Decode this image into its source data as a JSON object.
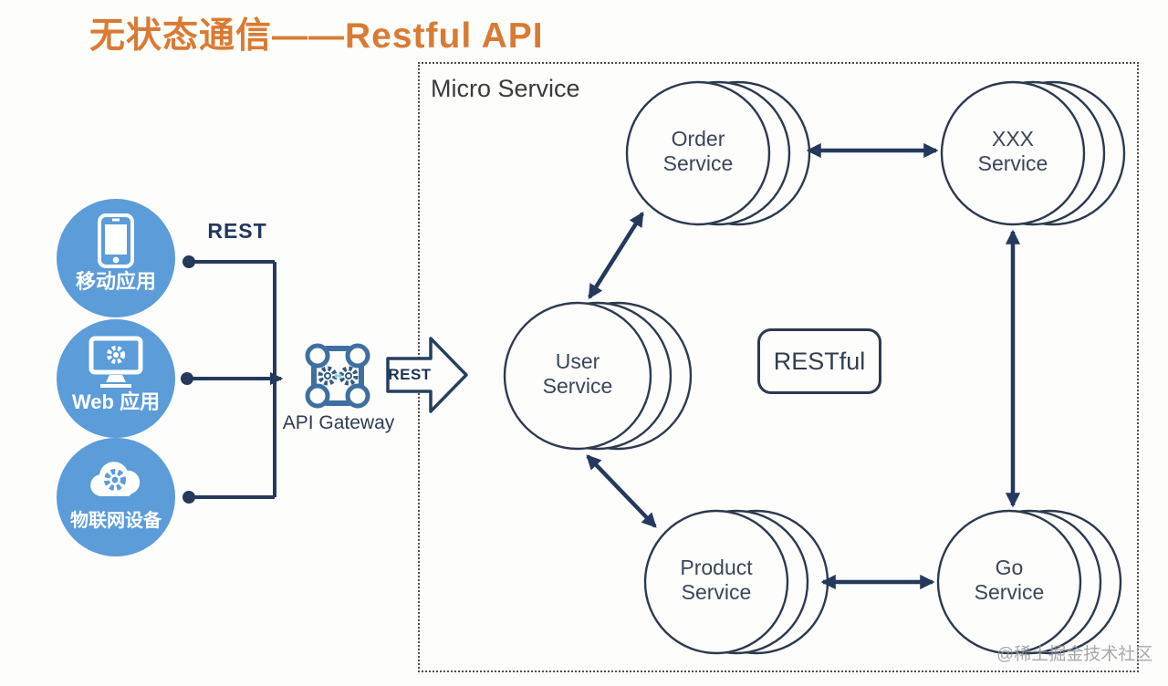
{
  "page": {
    "title": "无状态通信——Restful API",
    "watermark": "@稀土掘金技术社区"
  },
  "colors": {
    "title_orange": "#d97b33",
    "client_blue": "#5b9cd9",
    "line_navy": "#24395c",
    "circle_stroke": "#2c3a4e"
  },
  "clients": {
    "rest_label": "REST",
    "items": [
      {
        "label": "移动应用",
        "icon": "smartphone-icon"
      },
      {
        "label": "Web 应用",
        "icon": "monitor-gear-icon"
      },
      {
        "label": "物联网设备",
        "icon": "cloud-gear-icon"
      }
    ]
  },
  "gateway": {
    "label": "API Gateway",
    "icon": "api-gateway-gears-icon",
    "arrow_label": "REST"
  },
  "micro": {
    "title": "Micro Service",
    "restful_label": "RESTful",
    "services": [
      {
        "line1": "Order",
        "line2": "Service"
      },
      {
        "line1": "XXX",
        "line2": "Service"
      },
      {
        "line1": "User",
        "line2": "Service"
      },
      {
        "line1": "Product",
        "line2": "Service"
      },
      {
        "line1": "Go",
        "line2": "Service"
      }
    ]
  }
}
